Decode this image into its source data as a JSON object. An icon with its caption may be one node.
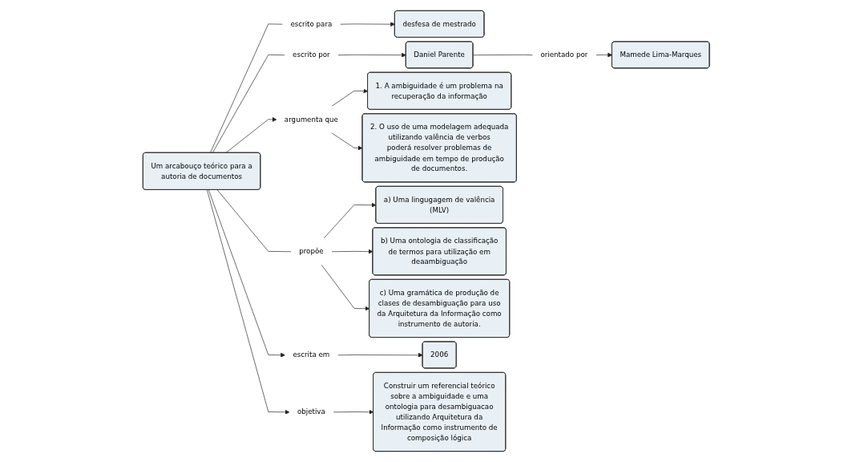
{
  "diagram": {
    "nodes": [
      {
        "text": [
          "Um arcabouço teórico para a autoria de documentos"
        ]
      },
      {
        "text": [
          "escrito para"
        ]
      },
      {
        "text": [
          "desfesa de mestrado"
        ]
      },
      {
        "text": [
          "escrito por"
        ]
      },
      {
        "text": [
          "Daniel Parente"
        ]
      },
      {
        "text": [
          "orientado por"
        ]
      },
      {
        "text": [
          "Mamede Lima-Marques"
        ]
      },
      {
        "text": [
          "argumenta que"
        ]
      },
      {
        "text": [
          "1. A ambiguidade é um problema na recuperação da informação"
        ]
      },
      {
        "text": [
          "2. O uso de uma modelagem adequada utilizando valência de verbos poderá resolver problemas de ambiguidade em tempo de produção de documentos."
        ]
      },
      {
        "text": [
          "propõe"
        ]
      },
      {
        "text": [
          "a) Uma lingugagem de valência (MLV)"
        ]
      },
      {
        "text": [
          "b) Uma ontologia de classificação de termos para utilização em deaambiguação"
        ]
      },
      {
        "text": [
          "c) Uma gramática de produção de clases de desambiguação para uso da Arquitetura da Informação como instrumento de autoria."
        ]
      },
      {
        "text": [
          "escrita em"
        ]
      },
      {
        "text": [
          "2006"
        ]
      },
      {
        "text": [
          "objetiva"
        ]
      },
      {
        "text": [
          "Construir um referencial teórico sobre a ambiguidade e uma ontologia para desambiguacao utilizando Arquitetura da Informação como instrumento de composição lógica"
        ]
      }
    ],
    "edges": [
      {
        "from": 0,
        "to": 1,
        "arrow": "none"
      },
      {
        "from": 1,
        "to": 2,
        "arrow": "to"
      },
      {
        "from": 0,
        "to": 3,
        "arrow": "none"
      },
      {
        "from": 3,
        "to": 4,
        "arrow": "to"
      },
      {
        "from": 4,
        "to": 5,
        "arrow": "none"
      },
      {
        "from": 5,
        "to": 6,
        "arrow": "to"
      },
      {
        "from": 0,
        "to": 7,
        "arrow": "to"
      },
      {
        "from": 7,
        "to": 8,
        "arrow": "to"
      },
      {
        "from": 7,
        "to": 9,
        "arrow": "to"
      },
      {
        "from": 0,
        "to": 10,
        "arrow": "none"
      },
      {
        "from": 10,
        "to": 11,
        "arrow": "to"
      },
      {
        "from": 10,
        "to": 12,
        "arrow": "to"
      },
      {
        "from": 10,
        "to": 13,
        "arrow": "to"
      },
      {
        "from": 0,
        "to": 14,
        "arrow": "to"
      },
      {
        "from": 14,
        "to": 15,
        "arrow": "to"
      },
      {
        "from": 0,
        "to": 16,
        "arrow": "to"
      },
      {
        "from": 16,
        "to": 17,
        "arrow": "to"
      }
    ]
  }
}
